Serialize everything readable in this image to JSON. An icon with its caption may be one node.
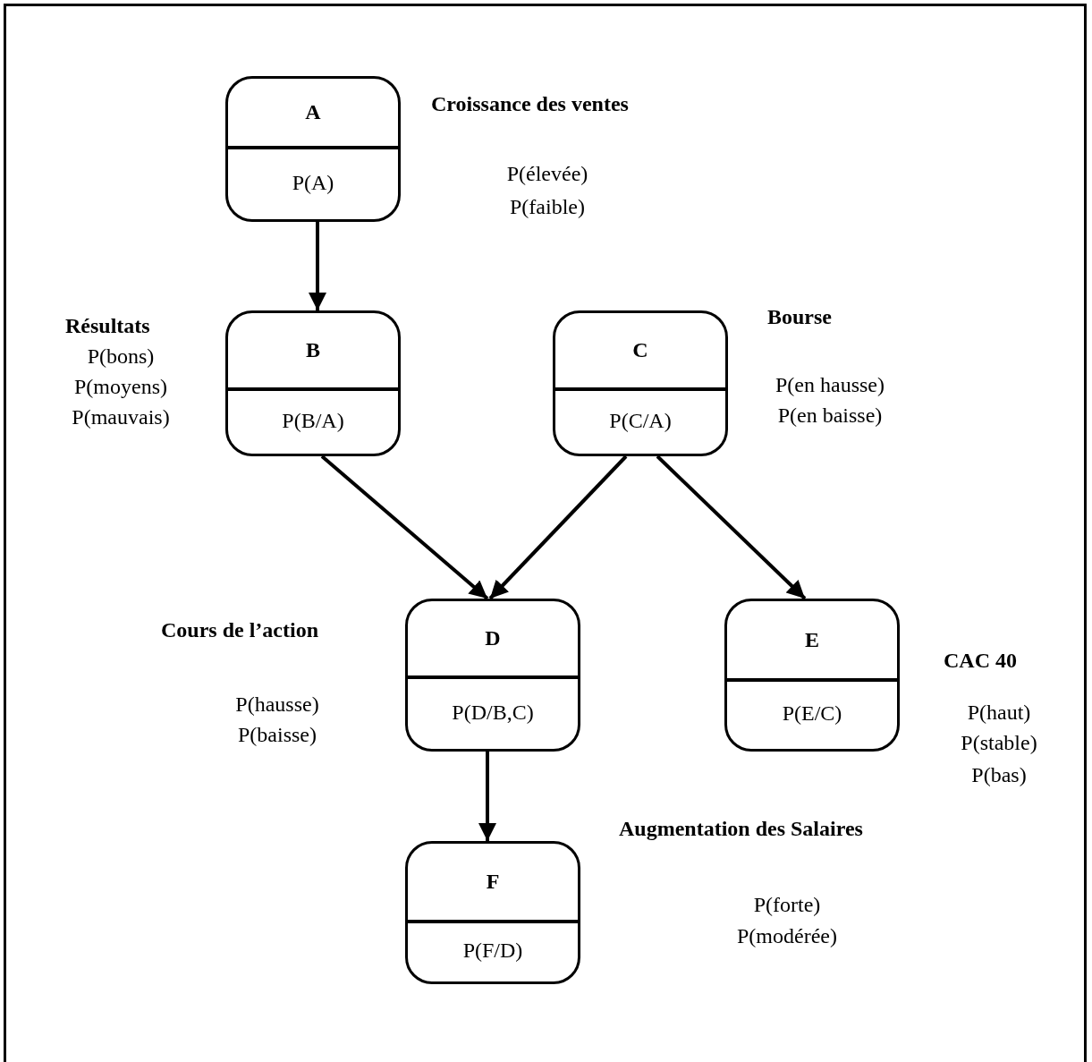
{
  "diagram": {
    "nodes": [
      {
        "text": [
          "A",
          "P(A)"
        ],
        "beside": [
          "Croissance des ventes",
          "P(élevée)",
          "P(faible)"
        ]
      },
      {
        "text": [
          "B",
          "P(B/A)"
        ],
        "beside": [
          "Résultats",
          "P(bons)",
          "P(moyens)",
          "P(mauvais)"
        ]
      },
      {
        "text": [
          "C",
          "P(C/A)"
        ],
        "beside": [
          "Bourse",
          "P(en hausse)",
          "P(en baisse)"
        ]
      },
      {
        "text": [
          "D",
          "P(D/B,C)"
        ],
        "beside": [
          "Cours de l’action",
          "P(hausse)",
          "P(baisse)"
        ]
      },
      {
        "text": [
          "E",
          "P(E/C)"
        ],
        "beside": [
          "CAC 40",
          "P(haut)",
          "P(stable)",
          "P(bas)"
        ]
      },
      {
        "text": [
          "F",
          "P(F/D)"
        ],
        "beside": [
          "Augmentation des Salaires",
          "P(forte)",
          "P(modérée)"
        ]
      }
    ],
    "edges": [
      {
        "from": 0,
        "to": 1,
        "arrow": "to"
      },
      {
        "from": 1,
        "to": 3,
        "arrow": "to"
      },
      {
        "from": 2,
        "to": 3,
        "arrow": "to"
      },
      {
        "from": 2,
        "to": 4,
        "arrow": "to"
      },
      {
        "from": 3,
        "to": 5,
        "arrow": "to"
      }
    ]
  }
}
